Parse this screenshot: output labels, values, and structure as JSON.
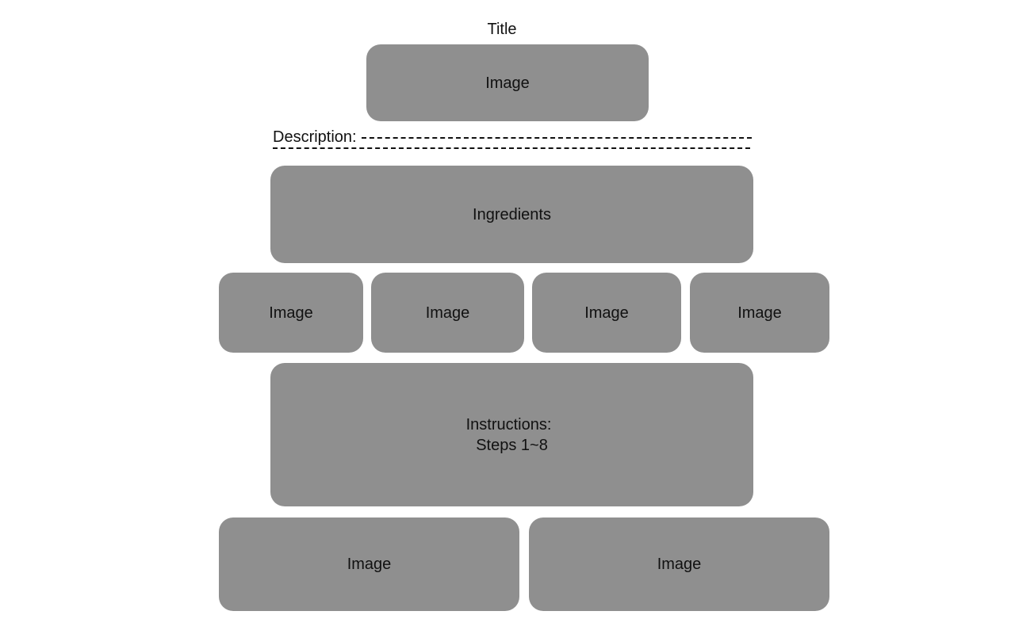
{
  "title": "Title",
  "top_image": {
    "label": "Image"
  },
  "description": {
    "label": "Description:"
  },
  "ingredients": {
    "label": "Ingredients"
  },
  "ingredient_images": [
    {
      "label": "Image"
    },
    {
      "label": "Image"
    },
    {
      "label": "Image"
    },
    {
      "label": "Image"
    }
  ],
  "instructions": {
    "label": "Instructions:",
    "steps": "Steps 1~8"
  },
  "bottom_images": [
    {
      "label": "Image"
    },
    {
      "label": "Image"
    }
  ],
  "colors": {
    "box_fill": "#8f8f8f",
    "text": "#111111",
    "background": "#ffffff"
  }
}
